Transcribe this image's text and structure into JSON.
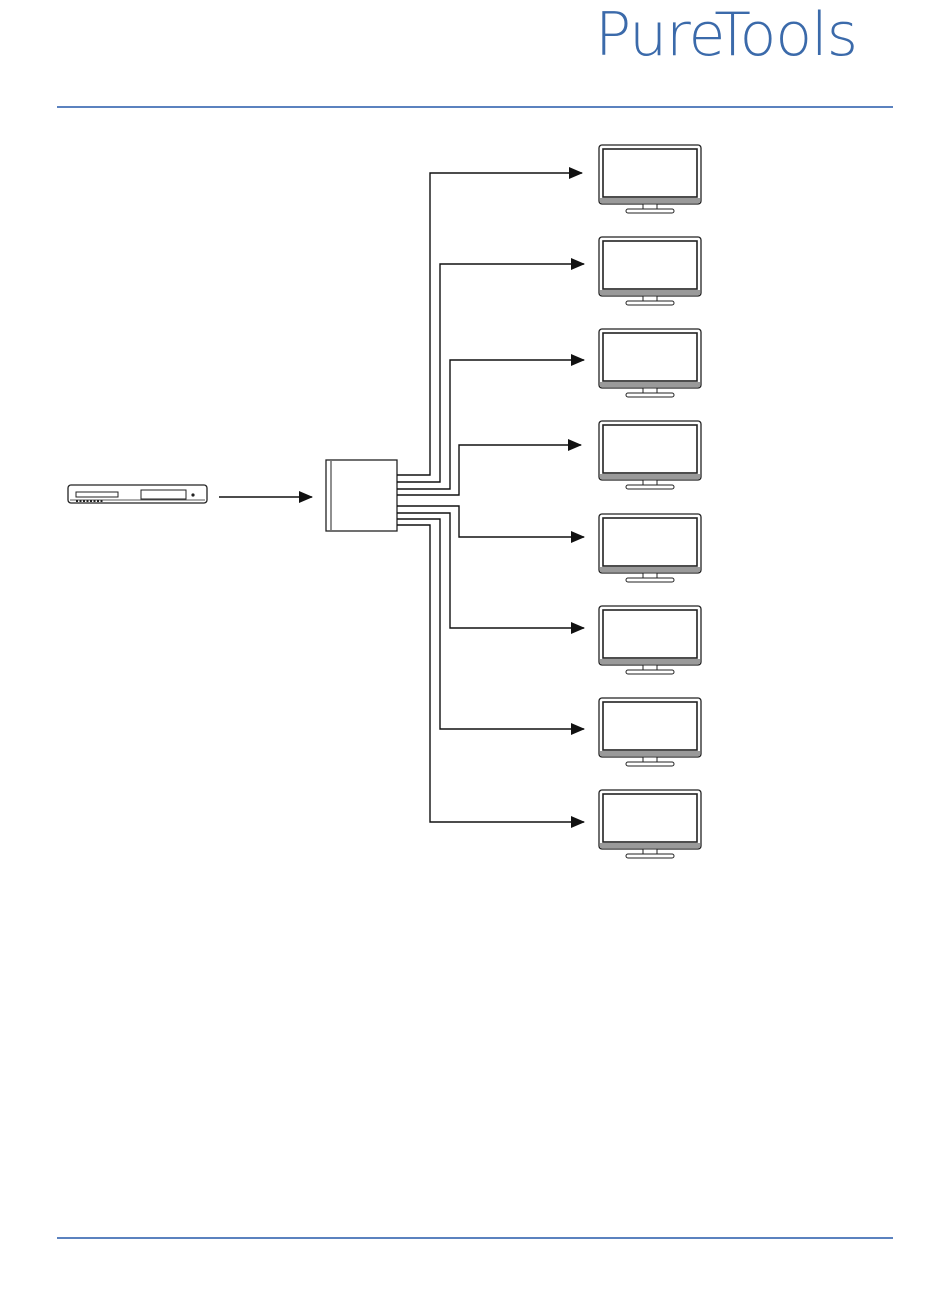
{
  "header": {
    "logo_text": "PureTools"
  },
  "colors": {
    "brand": "#3b6aaa",
    "rule": "#5b82bf",
    "line": "#1a1a1a"
  },
  "diagram": {
    "source": {
      "name": "dvd-player",
      "icon": "dvd-player-icon"
    },
    "splitter": {
      "name": "hdmi-splitter",
      "outputs": 8
    },
    "displays": [
      {
        "icon": "monitor-icon"
      },
      {
        "icon": "monitor-icon"
      },
      {
        "icon": "monitor-icon"
      },
      {
        "icon": "monitor-icon"
      },
      {
        "icon": "monitor-icon"
      },
      {
        "icon": "monitor-icon"
      },
      {
        "icon": "monitor-icon"
      },
      {
        "icon": "monitor-icon"
      }
    ]
  }
}
